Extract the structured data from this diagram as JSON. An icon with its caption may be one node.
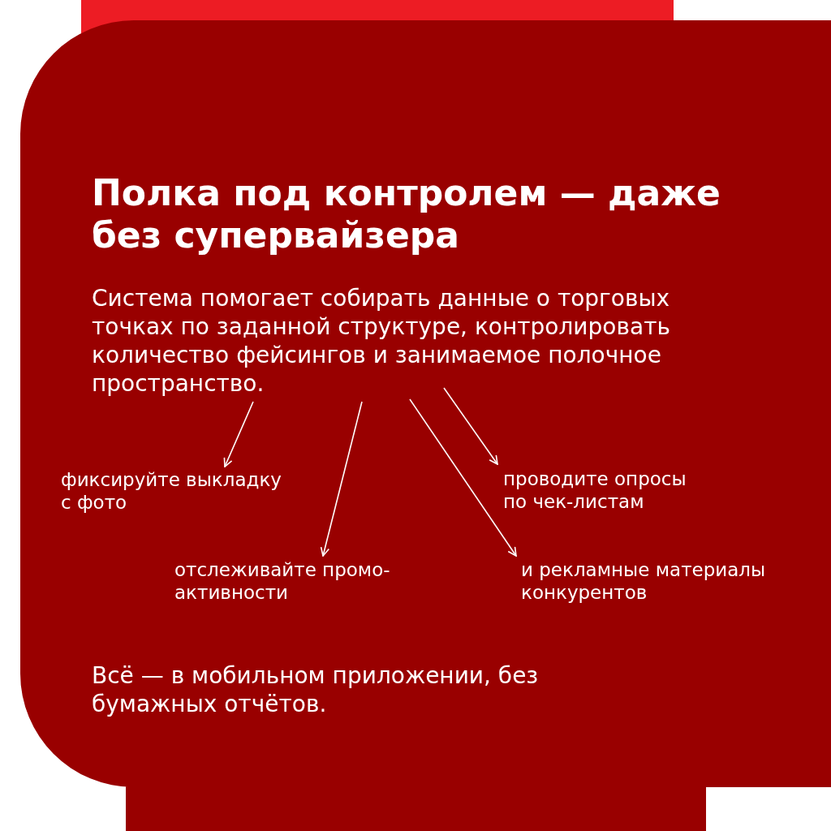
{
  "diagram": {
    "title": "Полка под контролем — даже без супервайзера",
    "nodes": [
      {
        "text": [
          "Система помогает собирать данные о торговых точках по заданной структуре, контролировать количество фейсингов и занимаемое полочное пространство."
        ]
      },
      {
        "text": [
          "фиксируйте выкладку с фото"
        ]
      },
      {
        "text": [
          "отслеживайте промо-активности"
        ]
      },
      {
        "text": [
          "проводите опросы по чек-листам"
        ]
      },
      {
        "text": [
          "и рекламные материалы конкурентов"
        ]
      }
    ],
    "edges": [
      {
        "from": 0,
        "to": 1,
        "arrow": "to"
      },
      {
        "from": 0,
        "to": 2,
        "arrow": "to"
      },
      {
        "from": 0,
        "to": 3,
        "arrow": "to"
      },
      {
        "from": 0,
        "to": 4,
        "arrow": "to"
      }
    ],
    "labels": [
      "Всё — в мобильном приложении, без бумажных отчётов."
    ]
  }
}
